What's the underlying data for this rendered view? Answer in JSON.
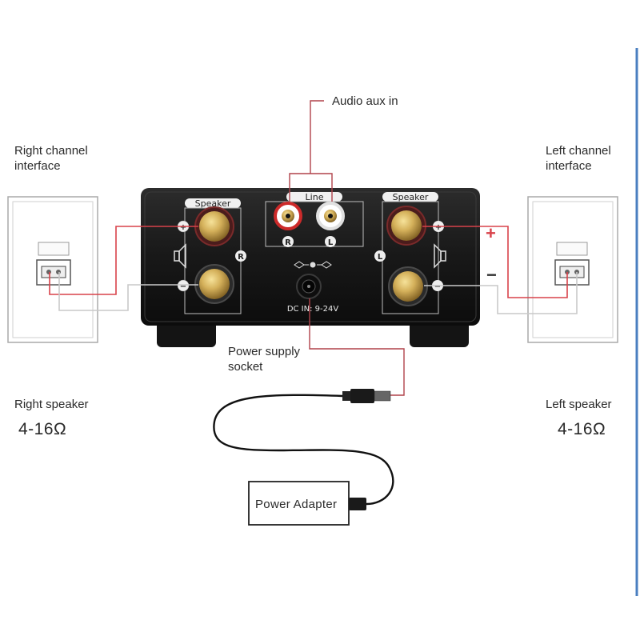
{
  "labels": {
    "audio_aux_in": "Audio aux in",
    "right_channel": "Right channel\ninterface",
    "left_channel": "Left channel\ninterface",
    "power_socket": "Power supply\nsocket",
    "right_speaker": "Right speaker",
    "left_speaker": "Left speaker",
    "right_impedance": "4-16Ω",
    "left_impedance": "4-16Ω",
    "power_adapter": "Power Adapter"
  },
  "panel": {
    "speaker_left": "Speaker",
    "line": "Line",
    "speaker_right": "Speaker",
    "dc_in": "DC IN: 9-24V",
    "r": "R",
    "l": "L",
    "right_block": "R",
    "left_block": "L",
    "plus": "+",
    "minus": "−"
  },
  "polarity": {
    "plus": "+",
    "minus": "−"
  },
  "colors": {
    "wire_red": "#d8424a",
    "wire_gray": "#c9c9c9",
    "leader": "#b0424a",
    "device_body": "#1b1b1b",
    "gold": "#c9a545"
  }
}
